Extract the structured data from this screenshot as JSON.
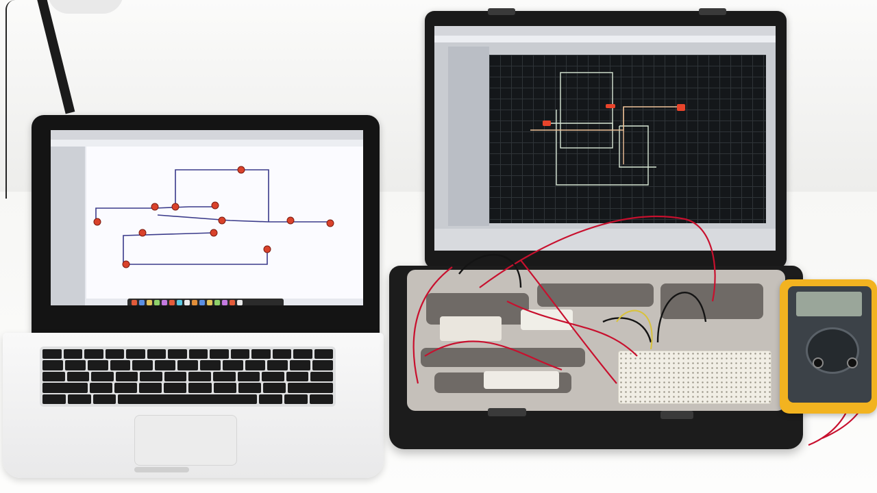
{
  "scene": {
    "objects": [
      "desk-lamp",
      "laptop",
      "electronics-case",
      "breadboard",
      "multimeter",
      "red-jumper-wires"
    ]
  },
  "laptop_screen": {
    "app": "schematic-editor",
    "canvas_color": "#fbfbff",
    "wire_color": "#3a3a8a",
    "component_color": "#d9422b"
  },
  "case_screen": {
    "app": "circuit-simulator",
    "canvas_color": "#14171a",
    "grid_color": "#2f3438",
    "wire_colors": [
      "#d9e8d6",
      "#f0c39a",
      "#e8442b"
    ]
  },
  "colors": {
    "wire_red": "#c8102e",
    "multimeter_body": "#f2b320",
    "case_body": "#1c1c1c",
    "tray_foam": "#c5c0ba"
  }
}
